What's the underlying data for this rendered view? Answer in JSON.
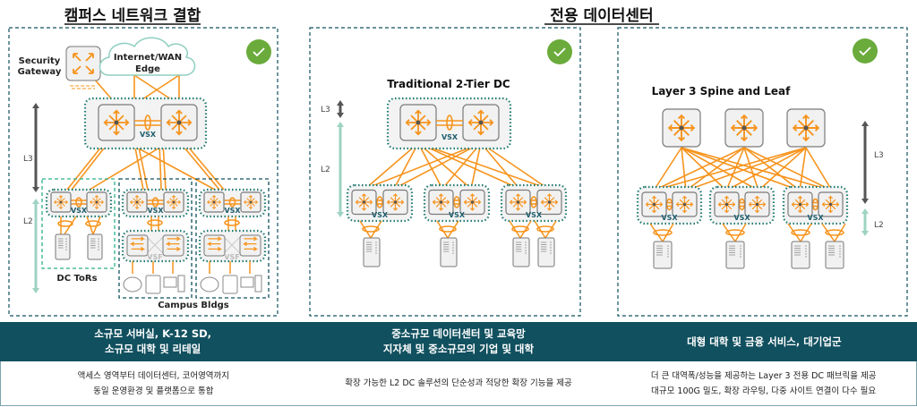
{
  "headers": {
    "campus": "캠퍼스 네트워크 결합",
    "datacenter": "전용 데이터센터"
  },
  "campus": {
    "security_gateway": [
      "Security",
      "Gateway"
    ],
    "cloud": [
      "Internet/WAN",
      "Edge"
    ],
    "vsx": "VSX",
    "vsf": "VSF",
    "l3": "L3",
    "l2": "L2",
    "dc_tors": "DC ToRs",
    "campus_bldgs": "Campus Bldgs"
  },
  "two_tier": {
    "title": "Traditional 2-Tier DC",
    "l3": "L3",
    "l2": "L2",
    "vsx": "VSX"
  },
  "spine_leaf": {
    "title": "Layer 3 Spine and Leaf",
    "l3": "L3",
    "l2": "L2",
    "vsx": "VSX"
  },
  "segments": [
    {
      "title": [
        "소규모 서버실, K-12 SD,",
        "소규모 대학 및 리테일"
      ],
      "desc": [
        "액세스 영역부터 데이터센터, 코어영역까지",
        "동일 운영환경 및 플랫폼으로 통합"
      ]
    },
    {
      "title": [
        "중소규모 데이터센터 및 교육망",
        "지자체 및 중소규모의 기업 및 대학"
      ],
      "desc": [
        "확장 가능한 L2 DC 솔루션의 단순성과 적당한 확장 기능을 제공"
      ]
    },
    {
      "title": [
        "대형 대학 및 금융 서비스, 대기업군"
      ],
      "desc": [
        "더 큰 대역폭/성능을 제공하는 Layer 3 전용 DC 패브릭을 제공",
        "대규모 100G 밀도, 확장 라우팅, 다중 사이트 연결이 다수 필요"
      ]
    }
  ],
  "colors": {
    "orange": "#f7941d",
    "teal": "#11505f",
    "dotted": "#1f7a70",
    "green_check": "#6aab3c",
    "light_arrow": "#9ed3c3",
    "dark_arrow": "#555555"
  }
}
